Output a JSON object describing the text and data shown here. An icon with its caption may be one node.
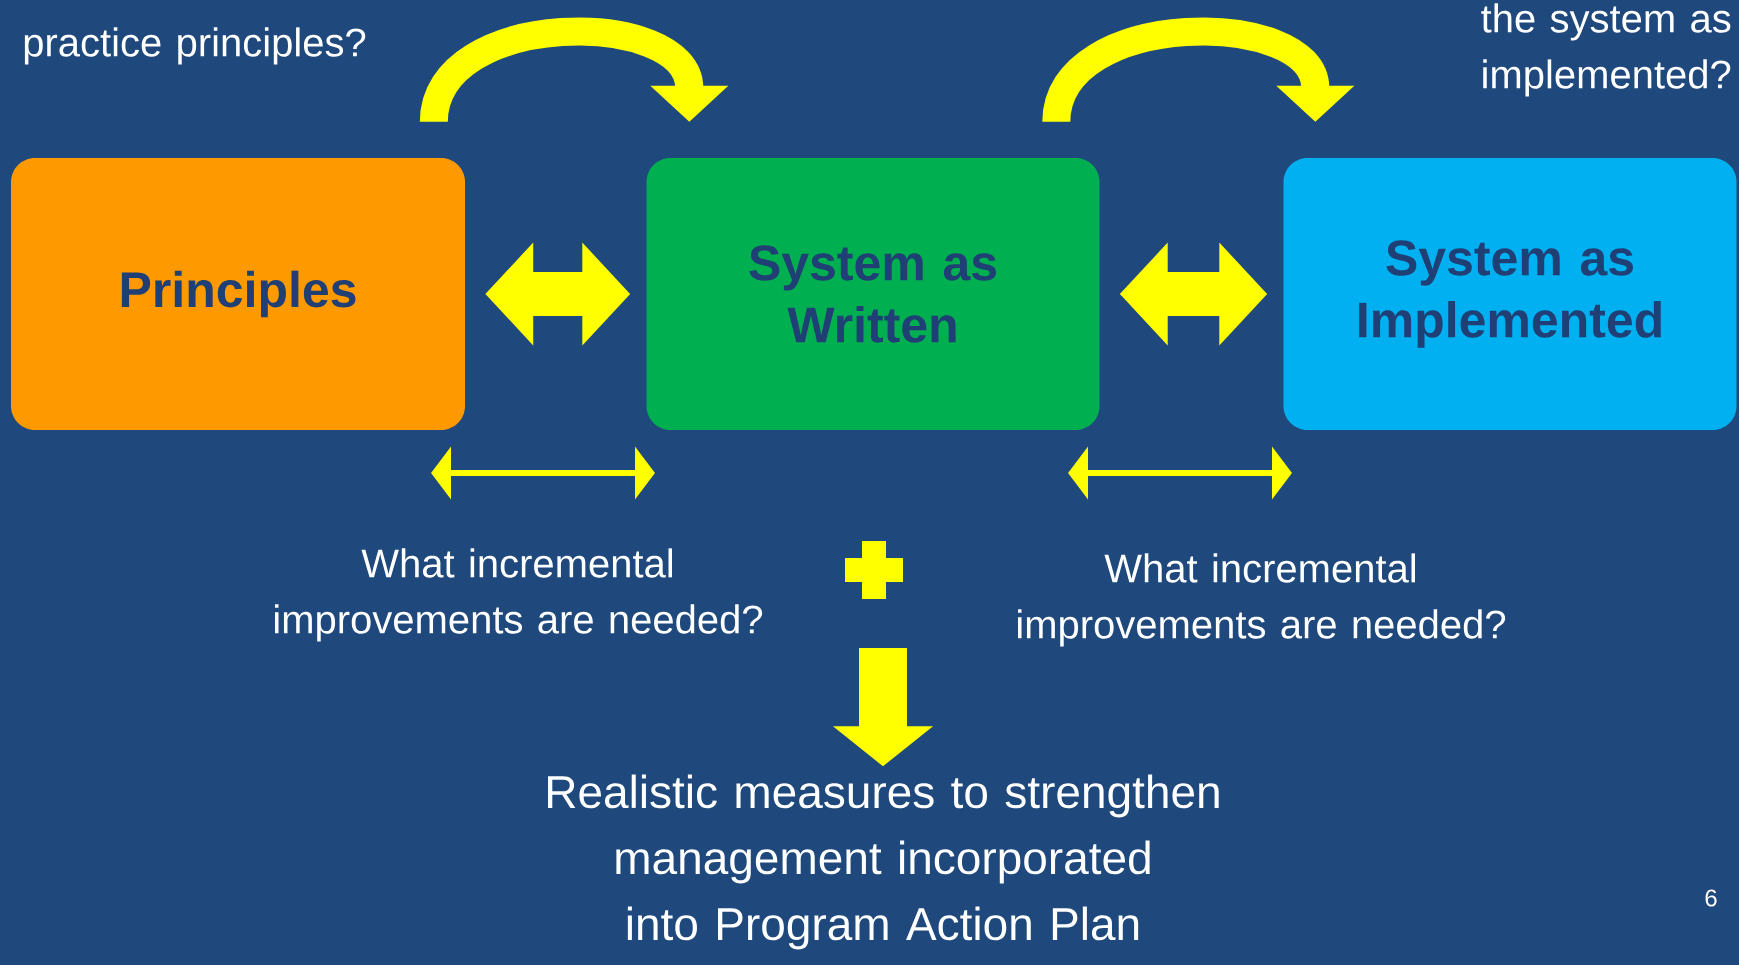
{
  "diagram": {
    "nodes": [
      {
        "text": [
          "Principles"
        ]
      },
      {
        "text": [
          "System as Written"
        ]
      },
      {
        "text": [
          "System as Implemented"
        ]
      },
      {
        "text": [
          "Realistic measures to strengthen management incorporated into Program Action Plan"
        ]
      }
    ],
    "edges": [
      {
        "from": 0,
        "to": 1,
        "arrow": "both"
      },
      {
        "from": 1,
        "to": 2,
        "arrow": "both"
      },
      {
        "from": 0,
        "to": 1,
        "arrow": "to"
      },
      {
        "from": 1,
        "to": 2,
        "arrow": "to"
      },
      {
        "from": null,
        "to": 3,
        "arrow": "to"
      }
    ],
    "labels": [
      "practice principles?",
      "the system as implemented?",
      "What incremental improvements are needed?",
      "What incremental improvements are needed?",
      "6"
    ]
  }
}
